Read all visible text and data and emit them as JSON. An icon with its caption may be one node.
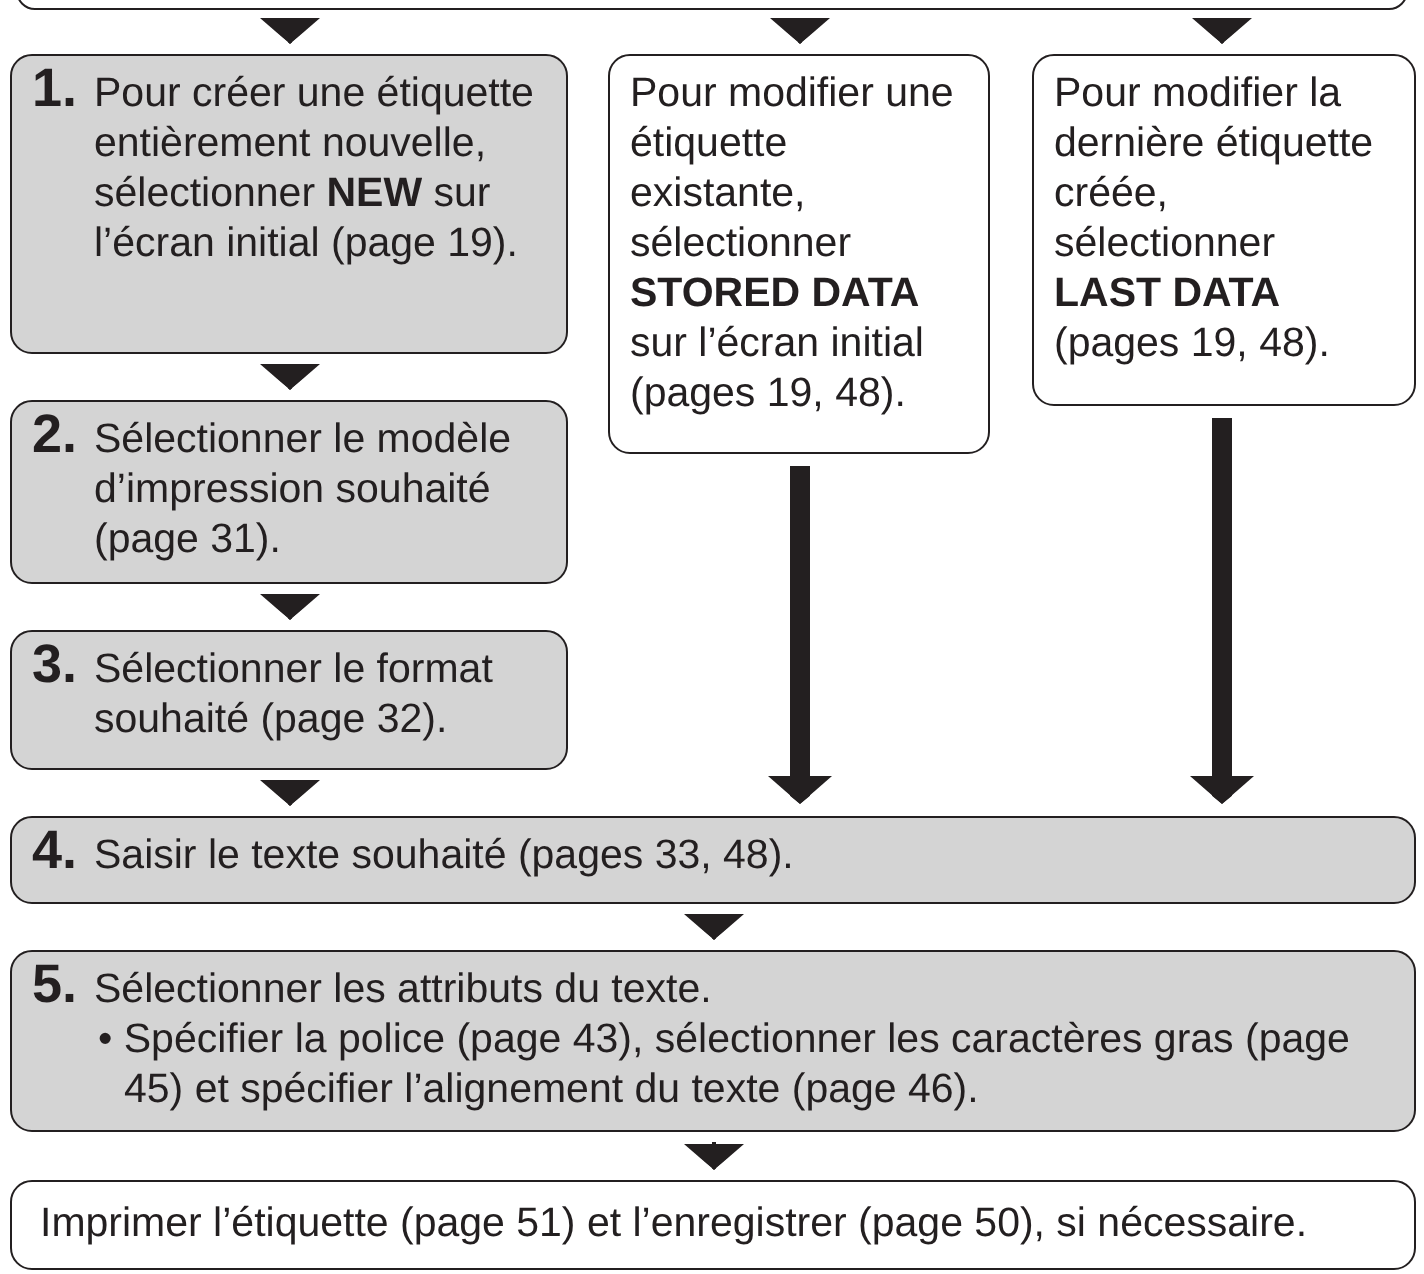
{
  "diagram": {
    "nodes": [
      {
        "text": [],
        "shape": "box"
      },
      {
        "text": [
          "1.",
          "Pour créer une étiquette entièrement nouvelle, sélectionner **NEW** sur l’écran initial (page 19)."
        ]
      },
      {
        "text": [
          "Pour modifier une étiquette existante, sélectionner **STORED DATA** sur l’écran initial (pages 19, 48)."
        ]
      },
      {
        "text": [
          "Pour modifier la dernière étiquette créée, sélectionner **LAST DATA** (pages 19, 48)."
        ]
      },
      {
        "text": [
          "2.",
          "Sélectionner le modèle d’impression souhaité (page 31)."
        ]
      },
      {
        "text": [
          "3.",
          "Sélectionner le format souhaité (page 32)."
        ]
      },
      {
        "text": [
          "4.",
          "Saisir le texte souhaité (pages 33, 48)."
        ]
      },
      {
        "text": [
          "5.",
          "Sélectionner les attributs du texte.",
          "• Spécifier la police (page 43), sélectionner les caractères gras (page 45) et spécifier l’alignement du texte (page 46)."
        ]
      },
      {
        "text": [
          "Imprimer l’étiquette (page 51) et l’enregistrer (page 50), si nécessaire."
        ]
      }
    ],
    "edges": [
      {
        "from": 0,
        "to": 1,
        "arrow": "to"
      },
      {
        "from": 0,
        "to": 2,
        "arrow": "to"
      },
      {
        "from": 0,
        "to": 3,
        "arrow": "to"
      },
      {
        "from": 1,
        "to": 4,
        "arrow": "to"
      },
      {
        "from": 4,
        "to": 5,
        "arrow": "to"
      },
      {
        "from": 5,
        "to": 6,
        "arrow": "to"
      },
      {
        "from": 2,
        "to": 6,
        "arrow": "to",
        "style": "thick"
      },
      {
        "from": 3,
        "to": 6,
        "arrow": "to",
        "style": "thick"
      },
      {
        "from": 6,
        "to": 7,
        "arrow": "to"
      },
      {
        "from": 7,
        "to": 8,
        "arrow": "to"
      }
    ]
  }
}
